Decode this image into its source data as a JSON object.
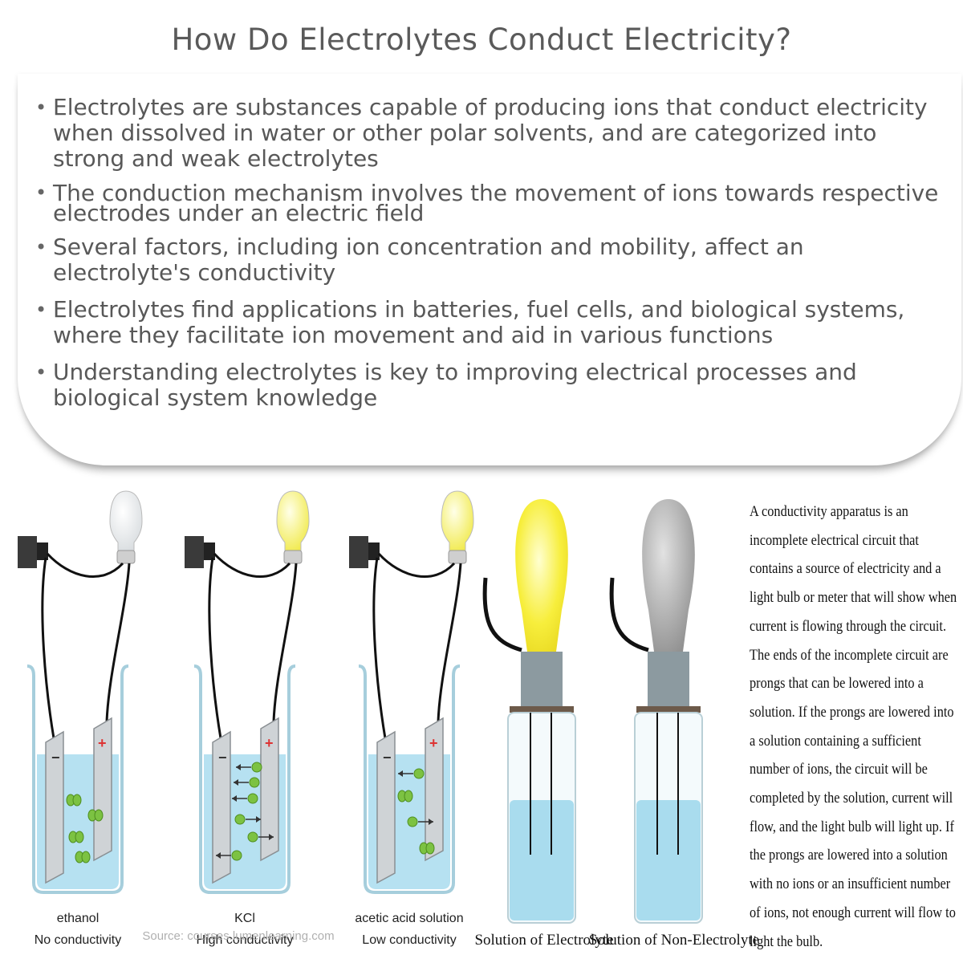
{
  "title": "How Do Electrolytes Conduct Electricity?",
  "bullets": [
    "Electrolytes are substances capable of producing ions that conduct electricity when dissolved in water or other polar solvents, and are categorized into strong and weak electrolytes",
    "The conduction mechanism involves the movement of ions towards respective electrodes under an electric field",
    "Several factors, including ion concentration and mobility, affect an electrolyte's conductivity",
    "Electrolytes find applications in batteries, fuel cells, and biological systems, where they facilitate ion movement and aid in various functions",
    "Understanding electrolytes is key to improving electrical processes and biological system knowledge"
  ],
  "beakers": [
    {
      "name": "ethanol",
      "label": "No conductivity"
    },
    {
      "name": "KCl",
      "label": "High conductivity"
    },
    {
      "name": "acetic acid solution",
      "label": "Low conductivity"
    }
  ],
  "source": "Source: courses.lumenlearning.com",
  "electrode_signs": {
    "negative": "−",
    "positive": "+"
  },
  "tubes": [
    {
      "label": "Solution of Electrolyte",
      "bulb_color": "#f7ee3c"
    },
    {
      "label": "Solution of Non-Electrolyte",
      "bulb_color": "#a8a8a8"
    }
  ],
  "apparatus_text": "A conductivity apparatus is an incomplete electrical circuit that contains a source of electricity and a light bulb or meter that will show when current is flowing through the circuit. The ends of the incomplete circuit are prongs that can be lowered into a solution. If the prongs are lowered into a solution containing a sufficient number of ions, the circuit will be completed by the solution, current will flow, and the light bulb will light up. If the prongs are lowered into a solution with no ions or an insufficient number of ions, not enough current will flow to light the bulb.",
  "colors": {
    "title": "#5a5a5a",
    "bullet_text": "#585858",
    "solution": "#a9dcee",
    "ion": "#7cc242",
    "lit_bulb": "#f7ee3c",
    "unlit_bulb": "#a8a8a8"
  }
}
